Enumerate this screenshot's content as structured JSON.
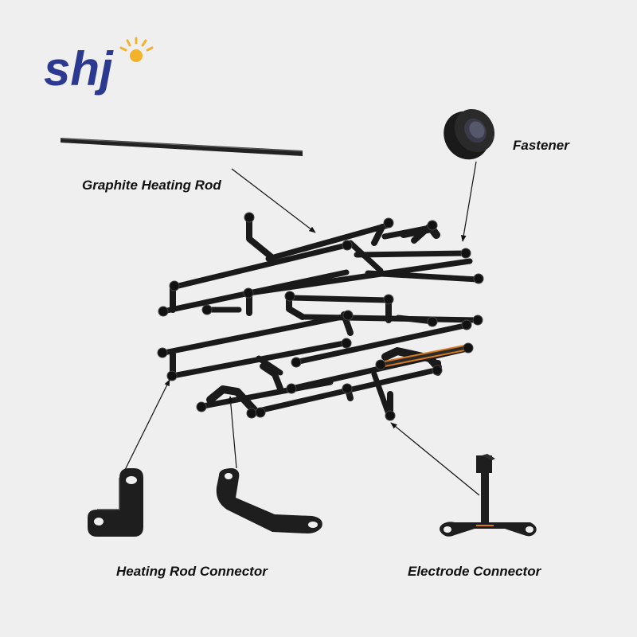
{
  "brand": {
    "logo_text": "shj",
    "logo_color": "#2b3990",
    "sun_color": "#f2b32a"
  },
  "labels": {
    "graphite_heating_rod": "Graphite Heating Rod",
    "fastener": "Fastener",
    "heating_rod_connector": "Heating Rod Connector",
    "electrode_connector": "Electrode Connector"
  },
  "colors": {
    "background": "#efeff0",
    "part": "#1c1c1c",
    "pointer": "#111111",
    "highlight": "#d97a1c"
  }
}
